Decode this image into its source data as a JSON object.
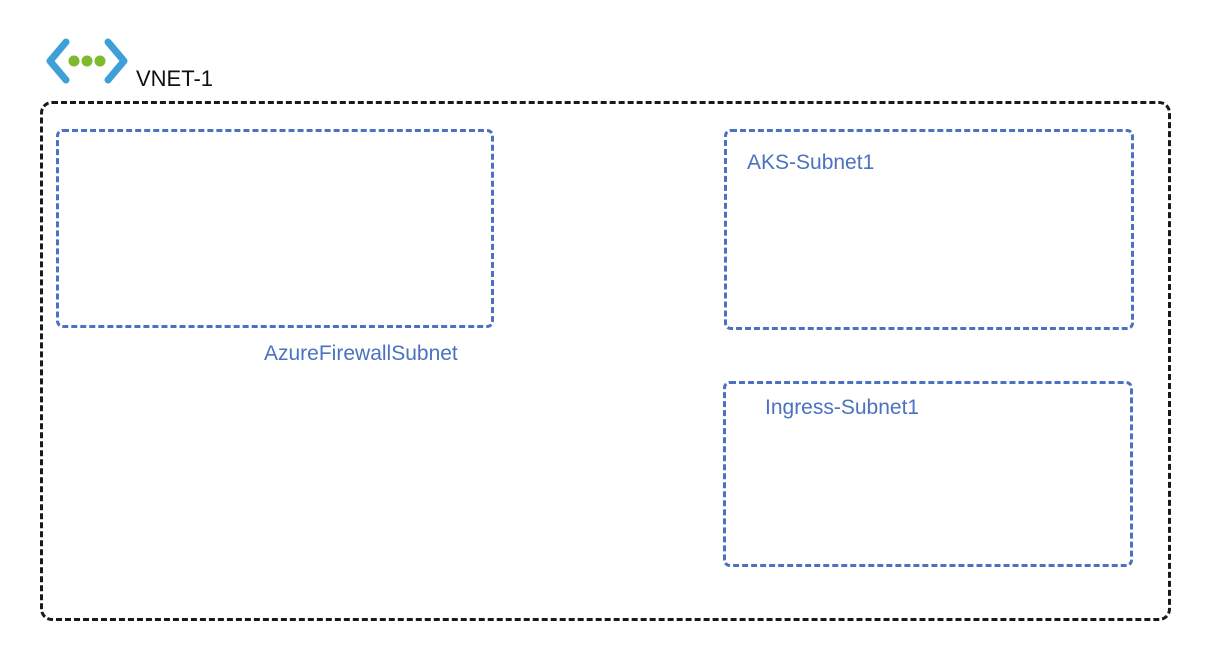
{
  "vnet": {
    "name": "VNET-1",
    "icon": "virtual-network-icon",
    "icon_colors": {
      "brackets": "#3ea0d8",
      "dots": "#7dbb2c"
    },
    "border_color": "#1a1a1a"
  },
  "subnets": {
    "color": "#4a72c0",
    "firewall": {
      "label": "AzureFirewallSubnet"
    },
    "aks": {
      "label": "AKS-Subnet1"
    },
    "ingress": {
      "label": "Ingress-Subnet1"
    }
  }
}
